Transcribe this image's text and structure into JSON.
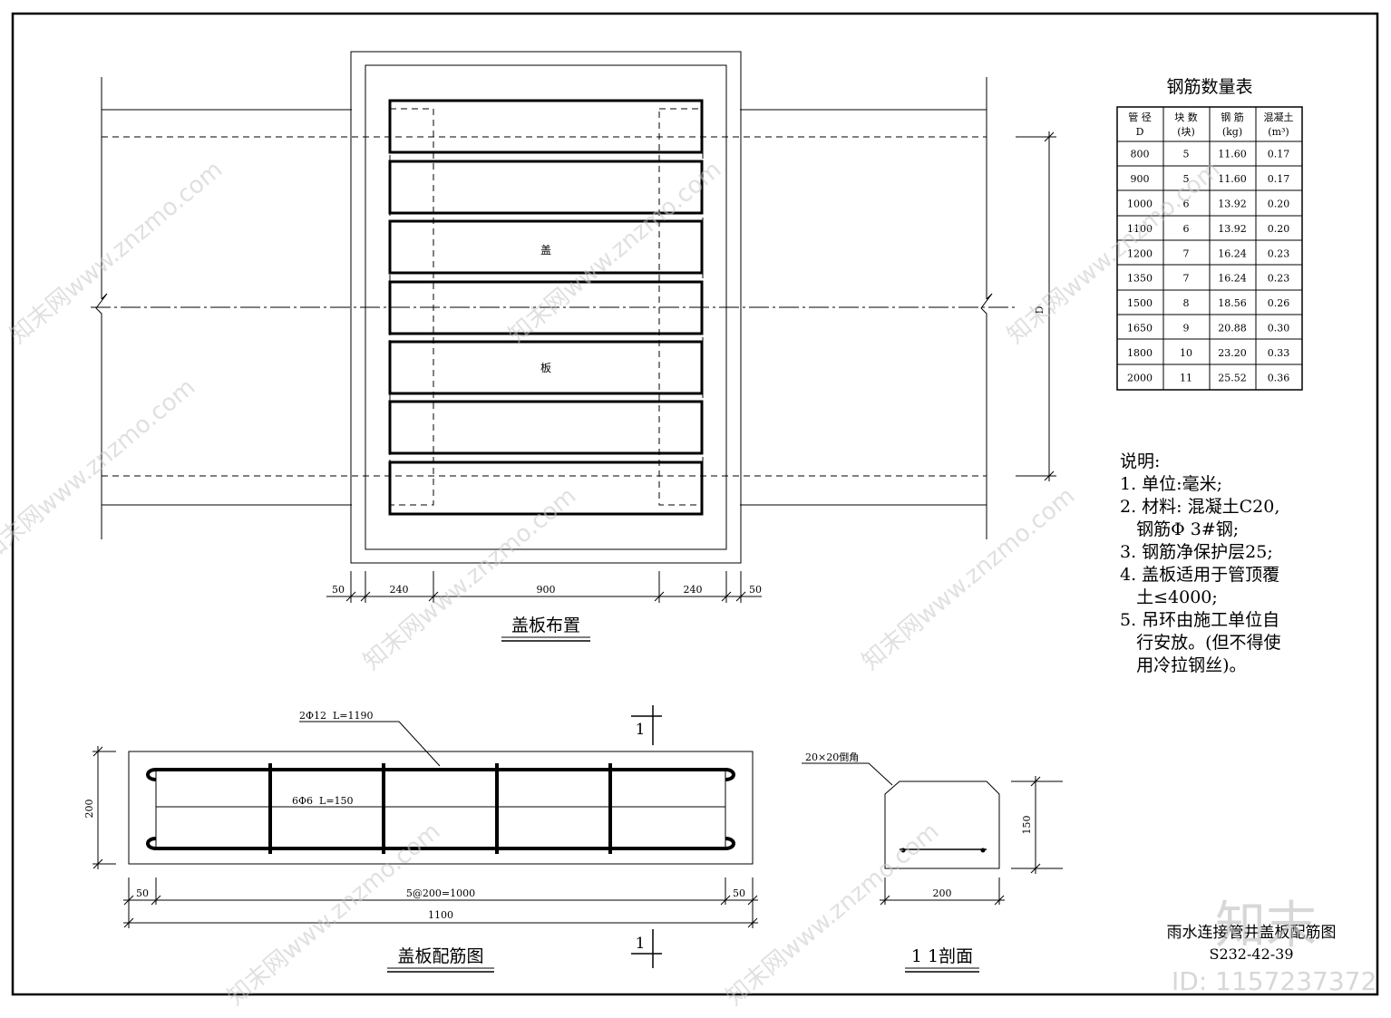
{
  "layout_title": "盖板布置",
  "cover_label_1": "盖",
  "cover_label_2": "板",
  "layout_dims": [
    "50",
    "240",
    "900",
    "240",
    "50"
  ],
  "dim_D": "D",
  "table": {
    "title": "钢筋数量表",
    "headers": [
      [
        "管 径",
        "D"
      ],
      [
        "块 数",
        "(块)"
      ],
      [
        "钢 筋",
        "(kg)"
      ],
      [
        "混凝土",
        "(m³)"
      ]
    ],
    "rows": [
      [
        "800",
        "5",
        "11.60",
        "0.17"
      ],
      [
        "900",
        "5",
        "11.60",
        "0.17"
      ],
      [
        "1000",
        "6",
        "13.92",
        "0.20"
      ],
      [
        "1100",
        "6",
        "13.92",
        "0.20"
      ],
      [
        "1200",
        "7",
        "16.24",
        "0.23"
      ],
      [
        "1350",
        "7",
        "16.24",
        "0.23"
      ],
      [
        "1500",
        "8",
        "18.56",
        "0.26"
      ],
      [
        "1650",
        "9",
        "20.88",
        "0.30"
      ],
      [
        "1800",
        "10",
        "23.20",
        "0.33"
      ],
      [
        "2000",
        "11",
        "25.52",
        "0.36"
      ]
    ]
  },
  "notes": {
    "heading": "说明:",
    "lines": [
      "1. 单位:毫米;",
      "2. 材料: 混凝土C20,",
      "   钢筋Φ 3#钢;",
      "3. 钢筋净保护层25;",
      "4. 盖板适用于管顶覆",
      "   土≤4000;",
      "5. 吊环由施工单位自",
      "   行安放。(但不得使",
      "   用冷拉钢丝)。"
    ]
  },
  "reinf": {
    "title": "盖板配筋图",
    "main_bar": "2Φ12  L=1190",
    "dist_bar": "6Φ6  L=150",
    "dim_height": "200",
    "dim_bottom": [
      "50",
      "5@200=1000",
      "50"
    ],
    "dim_total": "1100",
    "section_mark": "1"
  },
  "section": {
    "title": "1 1剖面",
    "chamfer": "20×20倒角",
    "dim_height": "150",
    "dim_width": "200"
  },
  "drawing_title": "雨水连接管井盖板配筋图",
  "drawing_no": "S232-42-39",
  "watermark": {
    "site": "知末网www.znzmo.com",
    "logo": "知末",
    "id": "ID: 1157237372"
  }
}
